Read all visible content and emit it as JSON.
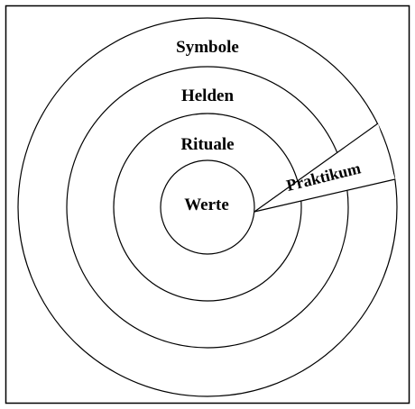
{
  "diagram": {
    "layers": {
      "outer": "Symbole",
      "second": "Helden",
      "third": "Rituale",
      "core": "Werte"
    },
    "wedge_label": "Praktikum"
  }
}
